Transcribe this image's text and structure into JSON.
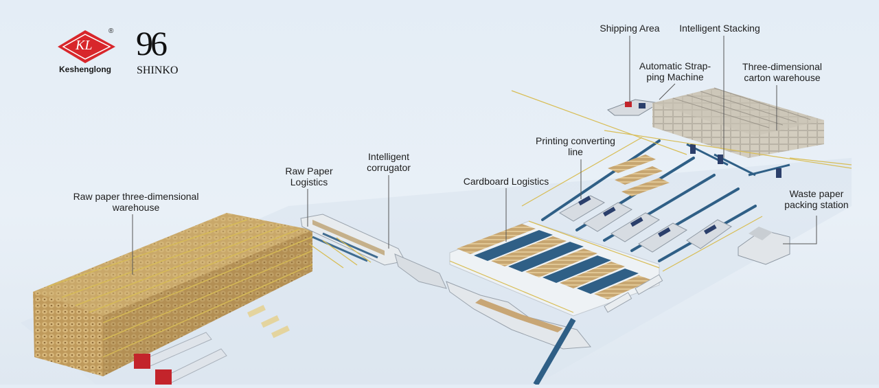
{
  "logos": {
    "kl": {
      "mark": "KL",
      "name": "Keshenglong",
      "registered": "®",
      "color": "#d8262b"
    },
    "shinko": {
      "mark": "96",
      "name": "SHINKO"
    }
  },
  "labels": {
    "raw_paper_warehouse": "Raw paper three-dimensional\nwarehouse",
    "raw_paper_logistics": "Raw Paper\nLogistics",
    "intelligent_corrugator": "Intelligent\ncorrugator",
    "cardboard_logistics": "Cardboard Logistics",
    "printing_line": "Printing converting\nline",
    "shipping_area": "Shipping Area",
    "intelligent_stacking": "Intelligent Stacking",
    "strapping_machine": "Automatic Strap-\nping Machine",
    "carton_warehouse": "Three-dimensional\ncarton warehouse",
    "waste_paper_station": "Waste paper\npacking station"
  },
  "colors": {
    "background": "#e6eef6",
    "floor_track": "#2f5f86",
    "paper_roll": "#c9a76a",
    "rack_yellow": "#d7b84a",
    "truck_red": "#c3242b",
    "leader_line": "#555555"
  }
}
